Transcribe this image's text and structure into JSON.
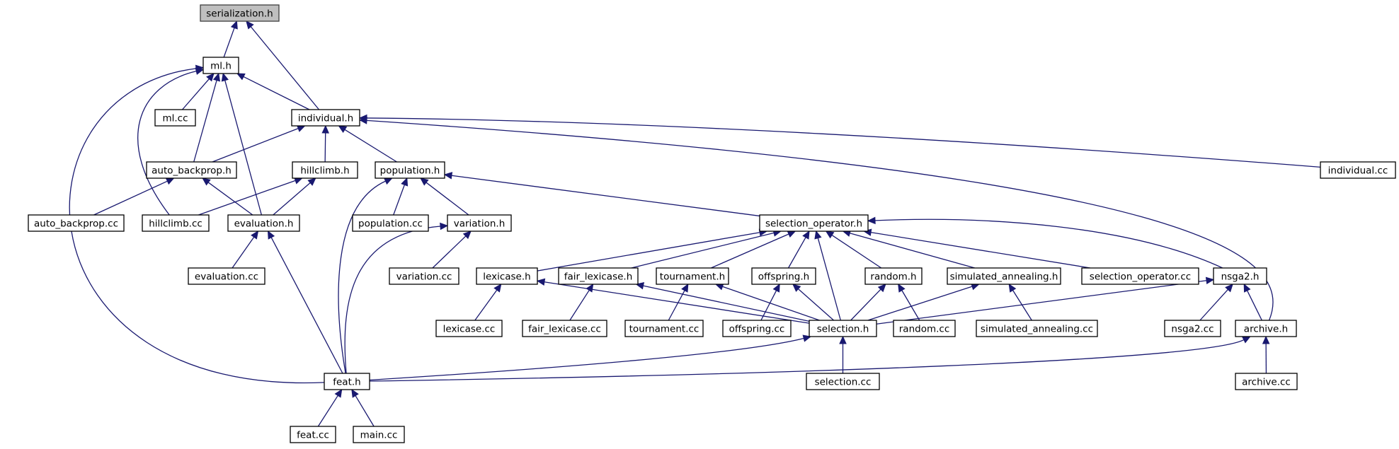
{
  "graph": {
    "nodes": [
      {
        "id": "serialization_h",
        "label": "serialization.h",
        "root": true
      },
      {
        "id": "ml_h",
        "label": "ml.h"
      },
      {
        "id": "ml_cc",
        "label": "ml.cc"
      },
      {
        "id": "individual_h",
        "label": "individual.h"
      },
      {
        "id": "individual_cc",
        "label": "individual.cc"
      },
      {
        "id": "auto_backprop_h",
        "label": "auto_backprop.h"
      },
      {
        "id": "hillclimb_h",
        "label": "hillclimb.h"
      },
      {
        "id": "population_h",
        "label": "population.h"
      },
      {
        "id": "auto_backprop_cc",
        "label": "auto_backprop.cc"
      },
      {
        "id": "hillclimb_cc",
        "label": "hillclimb.cc"
      },
      {
        "id": "evaluation_h",
        "label": "evaluation.h"
      },
      {
        "id": "population_cc",
        "label": "population.cc"
      },
      {
        "id": "variation_h",
        "label": "variation.h"
      },
      {
        "id": "selection_operator_h",
        "label": "selection_operator.h"
      },
      {
        "id": "evaluation_cc",
        "label": "evaluation.cc"
      },
      {
        "id": "variation_cc",
        "label": "variation.cc"
      },
      {
        "id": "lexicase_h",
        "label": "lexicase.h"
      },
      {
        "id": "fair_lexicase_h",
        "label": "fair_lexicase.h"
      },
      {
        "id": "tournament_h",
        "label": "tournament.h"
      },
      {
        "id": "offspring_h",
        "label": "offspring.h"
      },
      {
        "id": "random_h",
        "label": "random.h"
      },
      {
        "id": "simulated_annealing_h",
        "label": "simulated_annealing.h"
      },
      {
        "id": "selection_operator_cc",
        "label": "selection_operator.cc"
      },
      {
        "id": "nsga2_h",
        "label": "nsga2.h"
      },
      {
        "id": "lexicase_cc",
        "label": "lexicase.cc"
      },
      {
        "id": "fair_lexicase_cc",
        "label": "fair_lexicase.cc"
      },
      {
        "id": "tournament_cc",
        "label": "tournament.cc"
      },
      {
        "id": "offspring_cc",
        "label": "offspring.cc"
      },
      {
        "id": "selection_h",
        "label": "selection.h"
      },
      {
        "id": "random_cc",
        "label": "random.cc"
      },
      {
        "id": "simulated_annealing_cc",
        "label": "simulated_annealing.cc"
      },
      {
        "id": "nsga2_cc",
        "label": "nsga2.cc"
      },
      {
        "id": "archive_h",
        "label": "archive.h"
      },
      {
        "id": "feat_h",
        "label": "feat.h"
      },
      {
        "id": "selection_cc",
        "label": "selection.cc"
      },
      {
        "id": "archive_cc",
        "label": "archive.cc"
      },
      {
        "id": "feat_cc",
        "label": "feat.cc"
      },
      {
        "id": "main_cc",
        "label": "main.cc"
      }
    ],
    "edges": [
      {
        "from": "ml_h",
        "to": "serialization_h"
      },
      {
        "from": "individual_h",
        "to": "serialization_h"
      },
      {
        "from": "ml_cc",
        "to": "ml_h"
      },
      {
        "from": "individual_h",
        "to": "ml_h"
      },
      {
        "from": "auto_backprop_h",
        "to": "ml_h"
      },
      {
        "from": "evaluation_h",
        "to": "ml_h"
      },
      {
        "from": "hillclimb_cc",
        "to": "ml_h"
      },
      {
        "from": "feat_h",
        "to": "ml_h"
      },
      {
        "from": "individual_cc",
        "to": "individual_h"
      },
      {
        "from": "auto_backprop_h",
        "to": "individual_h"
      },
      {
        "from": "hillclimb_h",
        "to": "individual_h"
      },
      {
        "from": "population_h",
        "to": "individual_h"
      },
      {
        "from": "archive_h",
        "to": "individual_h"
      },
      {
        "from": "auto_backprop_cc",
        "to": "auto_backprop_h"
      },
      {
        "from": "evaluation_h",
        "to": "auto_backprop_h"
      },
      {
        "from": "hillclimb_cc",
        "to": "hillclimb_h"
      },
      {
        "from": "evaluation_h",
        "to": "hillclimb_h"
      },
      {
        "from": "population_cc",
        "to": "population_h"
      },
      {
        "from": "variation_h",
        "to": "population_h"
      },
      {
        "from": "selection_operator_h",
        "to": "population_h"
      },
      {
        "from": "feat_h",
        "to": "population_h"
      },
      {
        "from": "evaluation_cc",
        "to": "evaluation_h"
      },
      {
        "from": "feat_h",
        "to": "evaluation_h"
      },
      {
        "from": "variation_cc",
        "to": "variation_h"
      },
      {
        "from": "feat_h",
        "to": "variation_h"
      },
      {
        "from": "lexicase_h",
        "to": "selection_operator_h"
      },
      {
        "from": "fair_lexicase_h",
        "to": "selection_operator_h"
      },
      {
        "from": "tournament_h",
        "to": "selection_operator_h"
      },
      {
        "from": "offspring_h",
        "to": "selection_operator_h"
      },
      {
        "from": "selection_h",
        "to": "selection_operator_h"
      },
      {
        "from": "random_h",
        "to": "selection_operator_h"
      },
      {
        "from": "simulated_annealing_h",
        "to": "selection_operator_h"
      },
      {
        "from": "selection_operator_cc",
        "to": "selection_operator_h"
      },
      {
        "from": "nsga2_h",
        "to": "selection_operator_h"
      },
      {
        "from": "lexicase_cc",
        "to": "lexicase_h"
      },
      {
        "from": "selection_h",
        "to": "lexicase_h"
      },
      {
        "from": "fair_lexicase_cc",
        "to": "fair_lexicase_h"
      },
      {
        "from": "selection_h",
        "to": "fair_lexicase_h"
      },
      {
        "from": "tournament_cc",
        "to": "tournament_h"
      },
      {
        "from": "selection_h",
        "to": "tournament_h"
      },
      {
        "from": "offspring_cc",
        "to": "offspring_h"
      },
      {
        "from": "selection_h",
        "to": "offspring_h"
      },
      {
        "from": "selection_h",
        "to": "random_h"
      },
      {
        "from": "random_cc",
        "to": "random_h"
      },
      {
        "from": "selection_h",
        "to": "simulated_annealing_h"
      },
      {
        "from": "simulated_annealing_cc",
        "to": "simulated_annealing_h"
      },
      {
        "from": "selection_h",
        "to": "nsga2_h"
      },
      {
        "from": "nsga2_cc",
        "to": "nsga2_h"
      },
      {
        "from": "archive_h",
        "to": "nsga2_h"
      },
      {
        "from": "feat_h",
        "to": "selection_h"
      },
      {
        "from": "selection_cc",
        "to": "selection_h"
      },
      {
        "from": "feat_h",
        "to": "archive_h"
      },
      {
        "from": "archive_cc",
        "to": "archive_h"
      },
      {
        "from": "feat_cc",
        "to": "feat_h"
      },
      {
        "from": "main_cc",
        "to": "feat_h"
      }
    ]
  },
  "colors": {
    "edge": "#191970",
    "node_border": "#000000",
    "root_fill": "#bfbfbf",
    "node_fill": "#ffffff"
  }
}
